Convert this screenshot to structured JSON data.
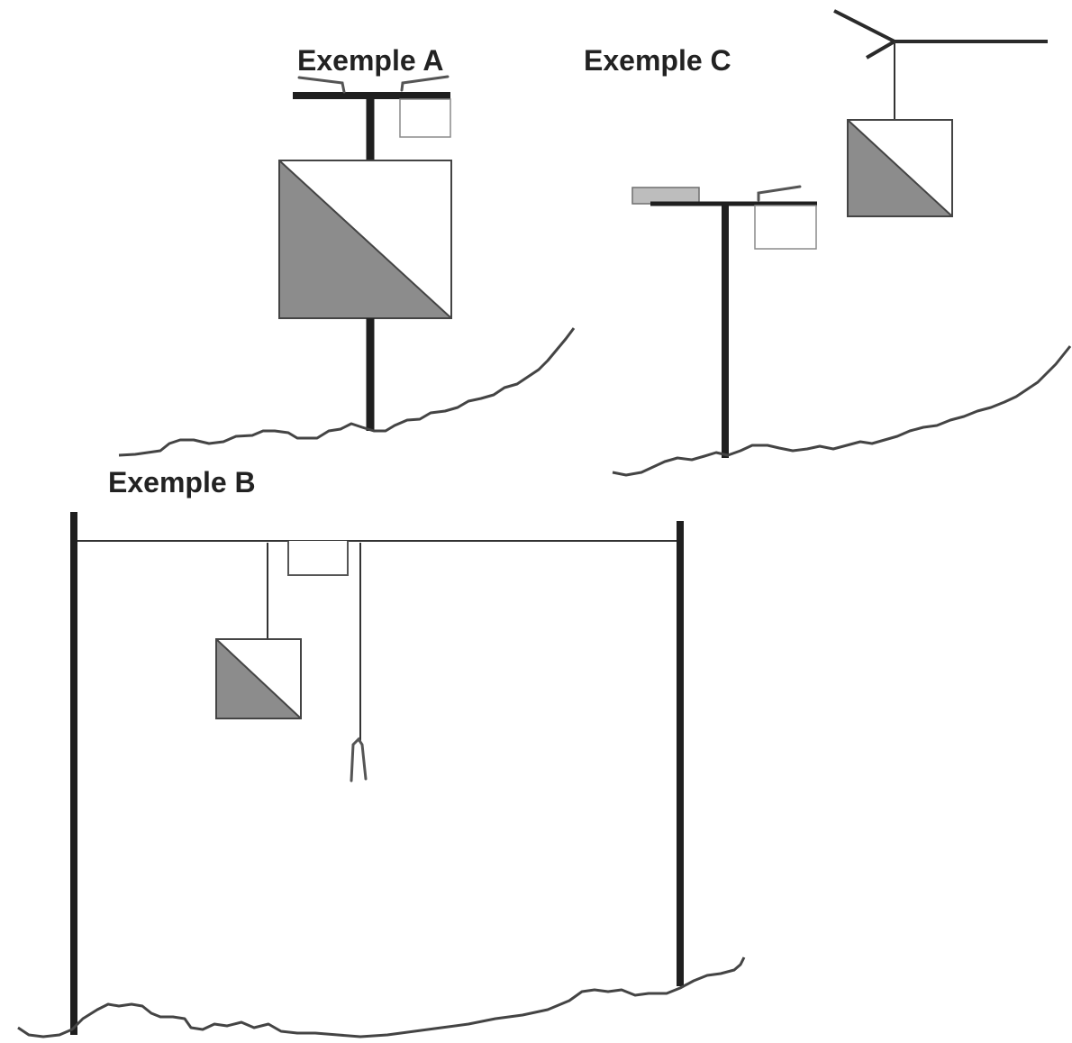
{
  "labels": {
    "example_a": "Exemple  A",
    "example_b": "Exemple B",
    "example_c": "Exemple  C"
  },
  "colors": {
    "flag_dark": "#8c8c8c",
    "flag_white": "#ffffff",
    "pole": "#1f1f1f",
    "ground": "#444444"
  }
}
